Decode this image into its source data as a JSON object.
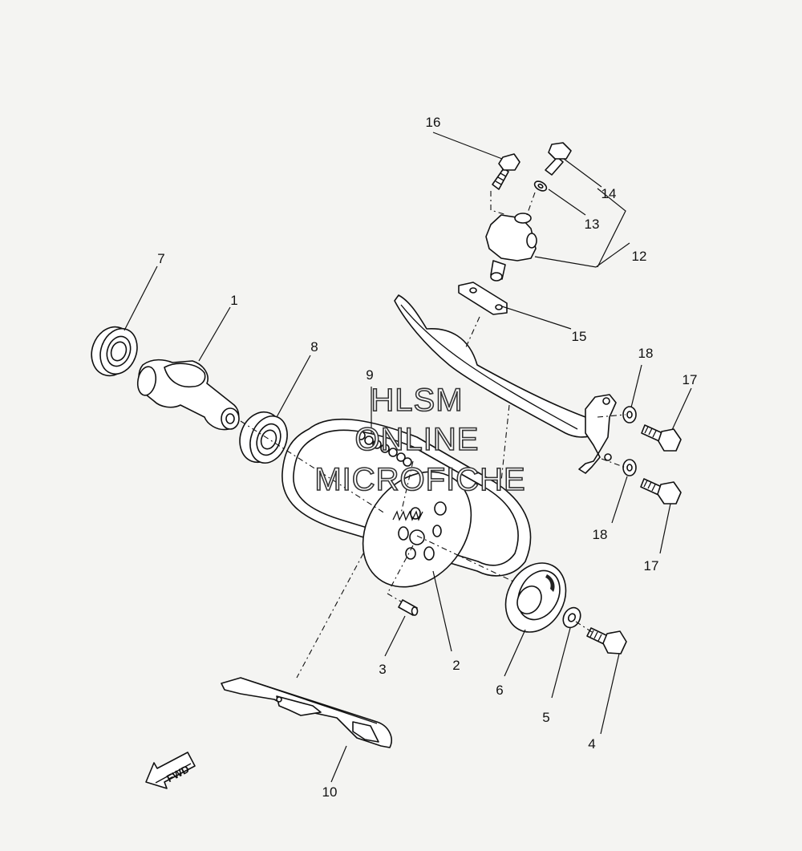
{
  "diagram": {
    "watermark": [
      "HLSM",
      "ONLINE",
      "MICROFICHE"
    ],
    "direction_label": "FWD",
    "callouts": {
      "c1": "1",
      "c2": "2",
      "c3": "3",
      "c4": "4",
      "c5": "5",
      "c6": "6",
      "c7": "7",
      "c8": "8",
      "c9": "9",
      "c10": "10",
      "c12": "12",
      "c13": "13",
      "c14": "14",
      "c15": "15",
      "c16": "16",
      "c17a": "17",
      "c17b": "17",
      "c18a": "18",
      "c18b": "18"
    }
  }
}
